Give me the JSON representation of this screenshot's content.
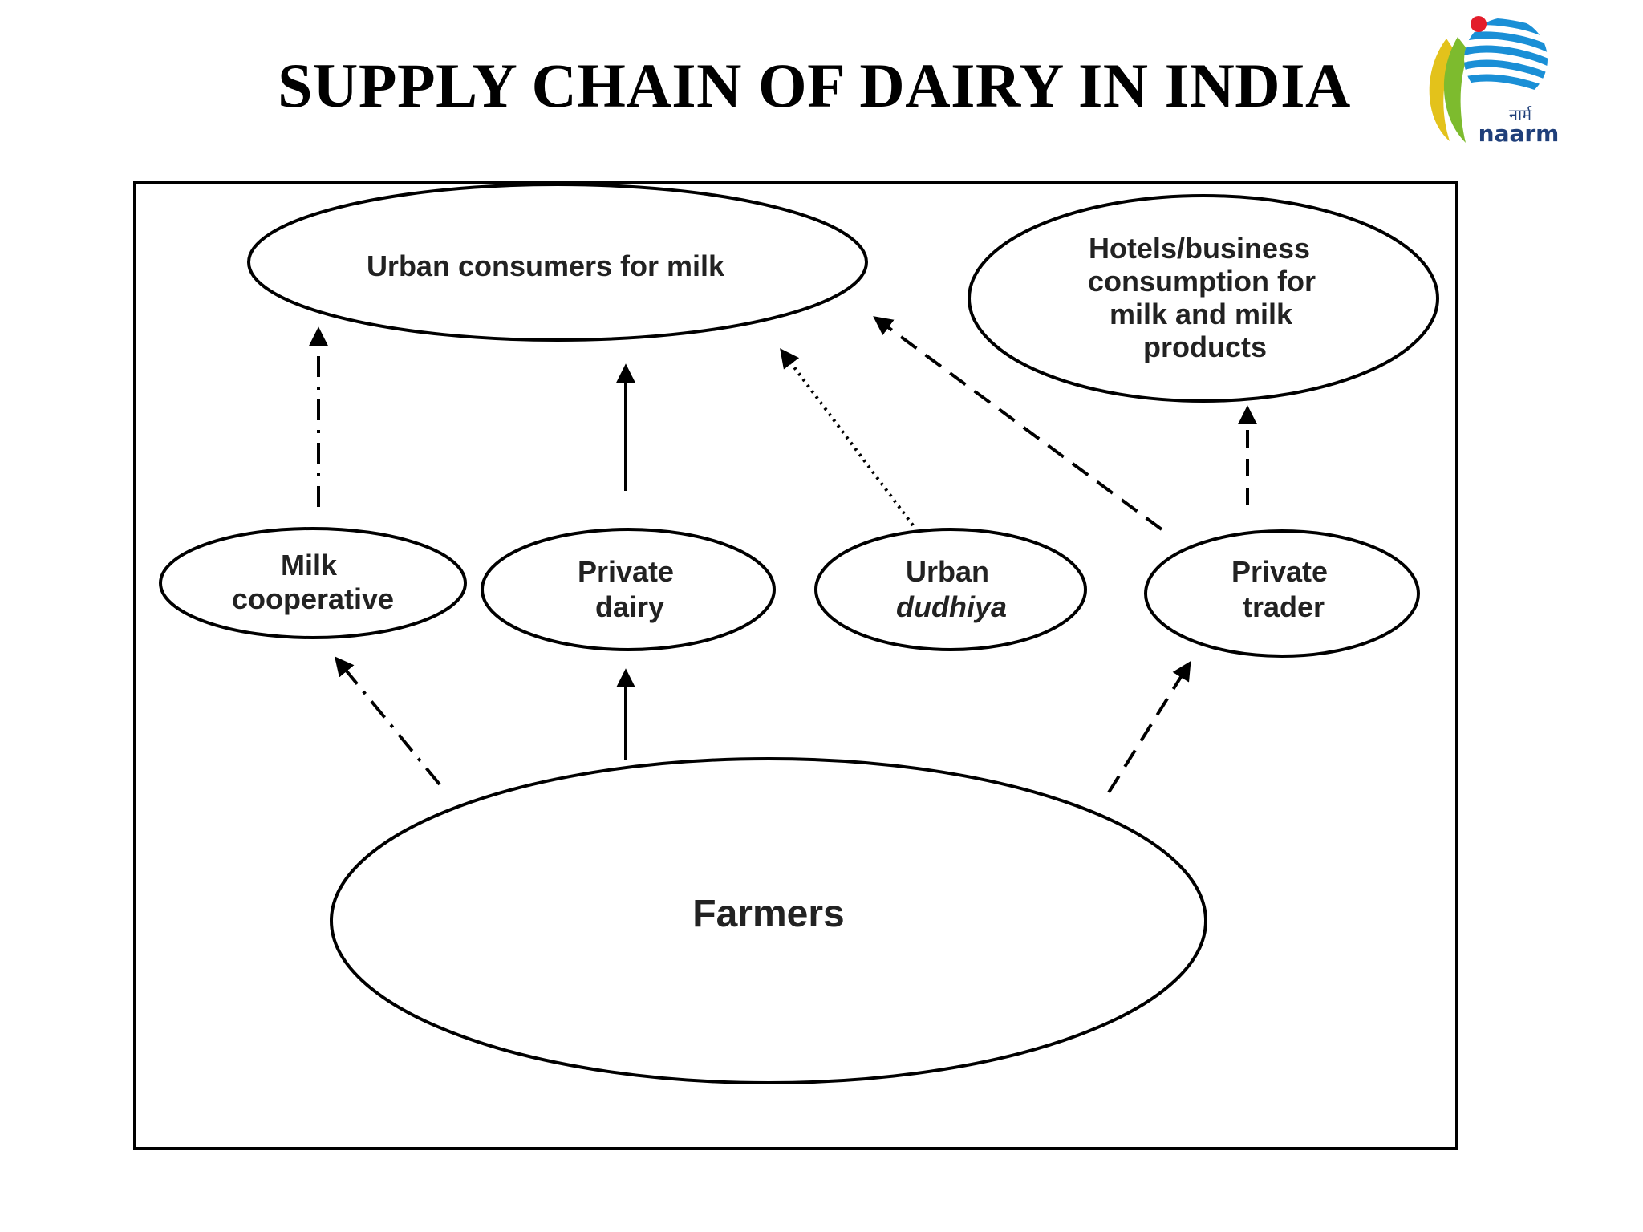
{
  "title": "SUPPLY CHAIN OF DAIRY IN INDIA",
  "logo": {
    "devanagari": "नार्म",
    "text": "naarm",
    "colors": {
      "globe": "#1a8fd6",
      "leaf_green": "#7dbb2e",
      "leaf_yellow": "#e3c21b",
      "dot": "#e31d2b",
      "text": "#1f3f7a"
    }
  },
  "nodes": {
    "urban_consumers": [
      "Urban consumers for milk"
    ],
    "hotels": [
      "Hotels/business",
      "consumption for",
      "milk and milk",
      "products"
    ],
    "milk_coop": [
      "Milk",
      "cooperative"
    ],
    "private_dairy": [
      "Private",
      "dairy"
    ],
    "urban_dudhiya": [
      "Urban",
      "dudhiya"
    ],
    "private_trader": [
      "Private",
      "trader"
    ],
    "farmers": [
      "Farmers"
    ]
  }
}
